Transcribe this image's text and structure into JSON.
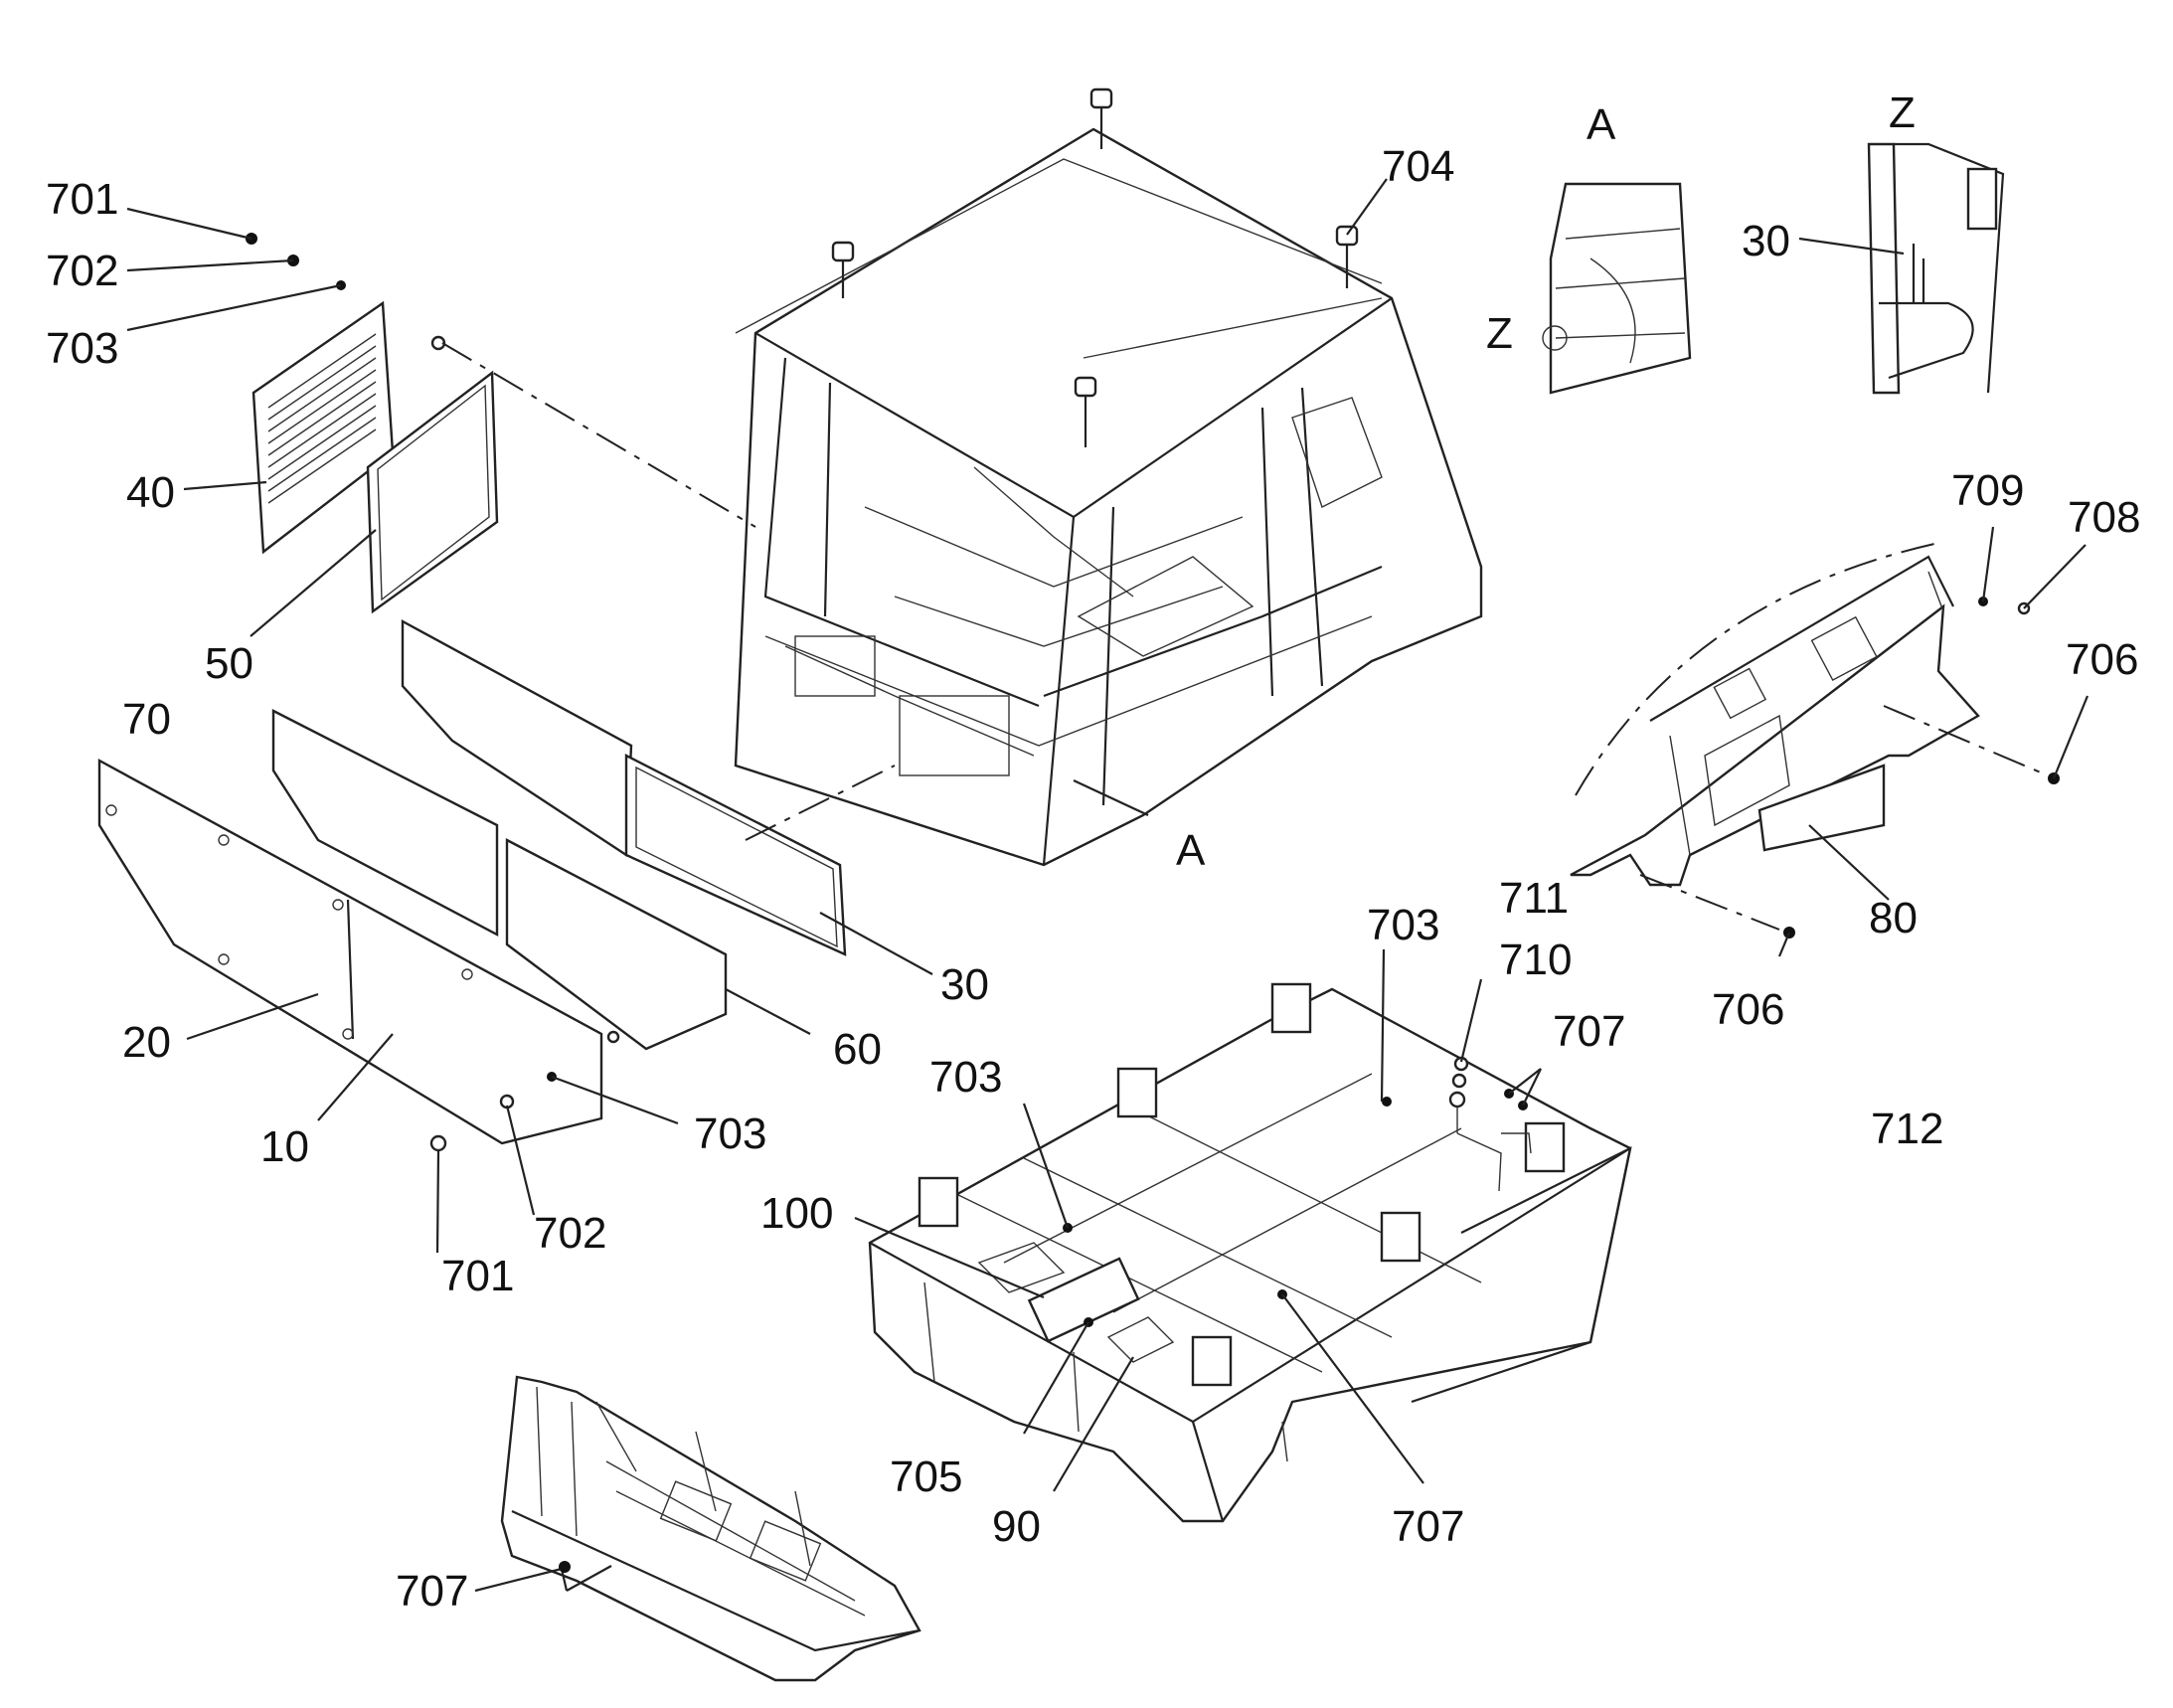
{
  "labels": {
    "c701a": "701",
    "c702a": "702",
    "c703a": "703",
    "c40": "40",
    "c50": "50",
    "c70": "70",
    "c20": "20",
    "c10": "10",
    "c701b": "701",
    "c702b": "702",
    "c703b": "703",
    "c60": "60",
    "c30a": "30",
    "c704": "704",
    "cA1": "A",
    "cA2": "A",
    "cZ1": "Z",
    "cZ2": "Z",
    "c30b": "30",
    "c709": "709",
    "c708": "708",
    "c706a": "706",
    "c706b": "706",
    "c80": "80",
    "c711": "711",
    "c703c": "703",
    "c710": "710",
    "c707a": "707",
    "c712": "712",
    "c703d": "703",
    "c100": "100",
    "c705": "705",
    "c90": "90",
    "c707b": "707",
    "c707c": "707"
  }
}
